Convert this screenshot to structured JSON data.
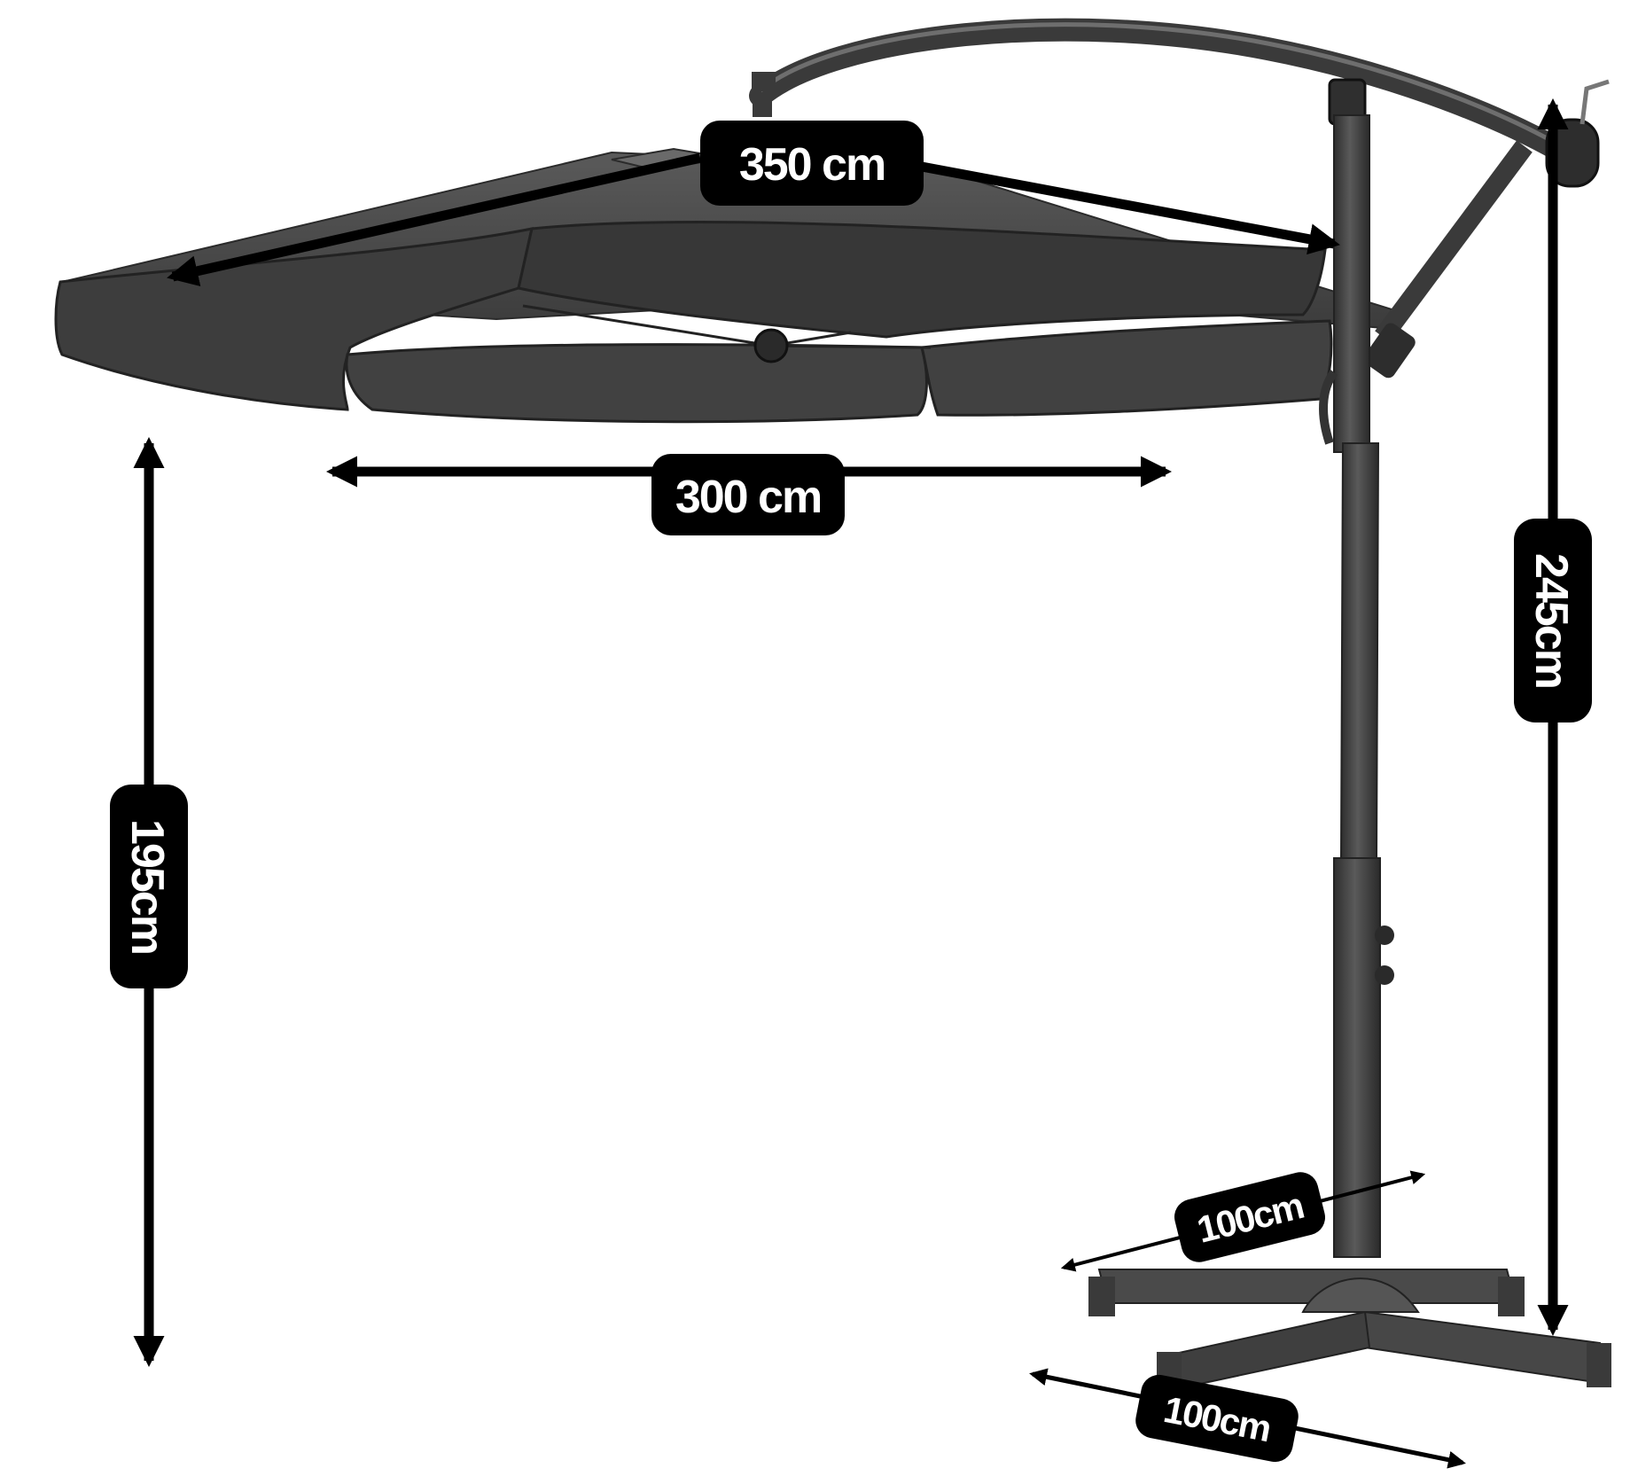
{
  "diagram": {
    "subject": "cantilever-umbrella",
    "dimensions": {
      "canopy_span": "350 cm",
      "canopy_bottom": "300 cm",
      "clearance_height": "195cm",
      "total_height": "245cm",
      "base_depth": "100cm",
      "base_width": "100cm"
    },
    "colors": {
      "canopy_top": "#4a4a4a",
      "canopy_side": "#3a3a3a",
      "canopy_flap": "#444444",
      "pole": "#3b3b3b",
      "base": "#454545",
      "arrow": "#000000",
      "label_bg": "#000000",
      "label_text": "#ffffff"
    }
  }
}
